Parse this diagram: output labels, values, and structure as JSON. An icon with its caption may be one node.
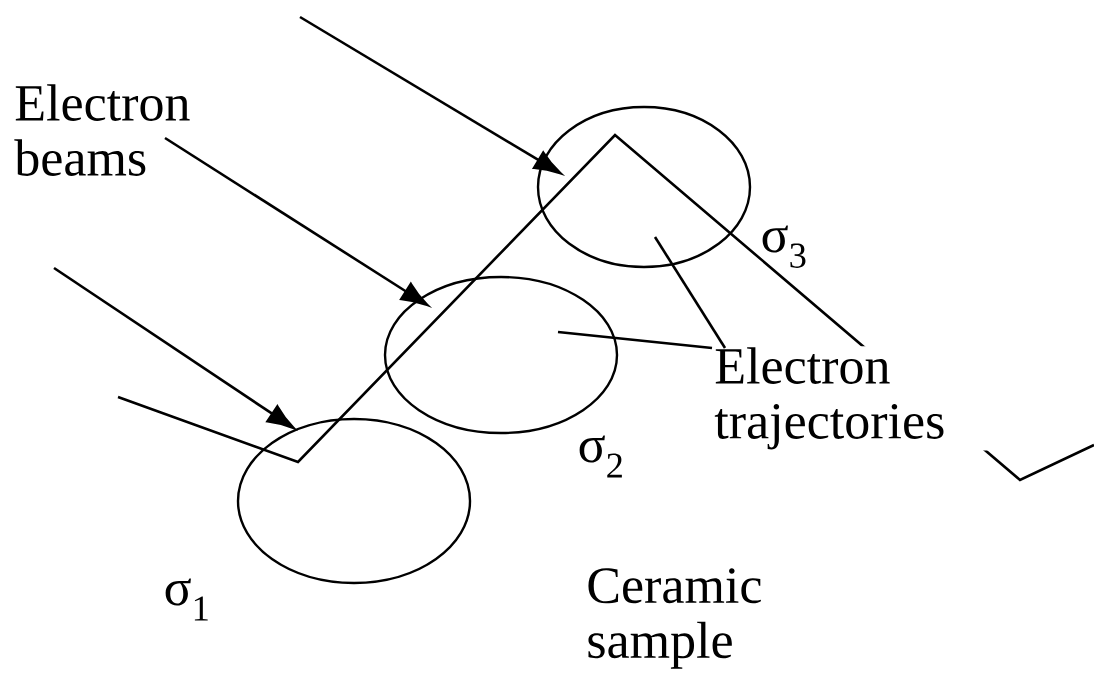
{
  "diagram": {
    "nodes": [
      {
        "text": [],
        "shape": "circle",
        "beside": [
          "σ$_{1}$"
        ]
      },
      {
        "text": [],
        "shape": "circle",
        "beside": [
          "σ$_{2}$"
        ]
      },
      {
        "text": [],
        "shape": "circle",
        "beside": [
          "σ$_{3}$"
        ]
      },
      {
        "text": [
          "Electron trajectories"
        ]
      },
      {
        "text": [
          "Electron beams"
        ]
      }
    ],
    "edges": [
      {
        "from": null,
        "to": 0,
        "arrow": "to"
      },
      {
        "from": 4,
        "to": 1,
        "arrow": "to"
      },
      {
        "from": null,
        "to": 2,
        "arrow": "to"
      },
      {
        "from": 3,
        "to": 1,
        "arrow": "none"
      },
      {
        "from": 3,
        "to": 2,
        "arrow": "none"
      }
    ],
    "labels": [
      "Ceramic sample"
    ]
  }
}
